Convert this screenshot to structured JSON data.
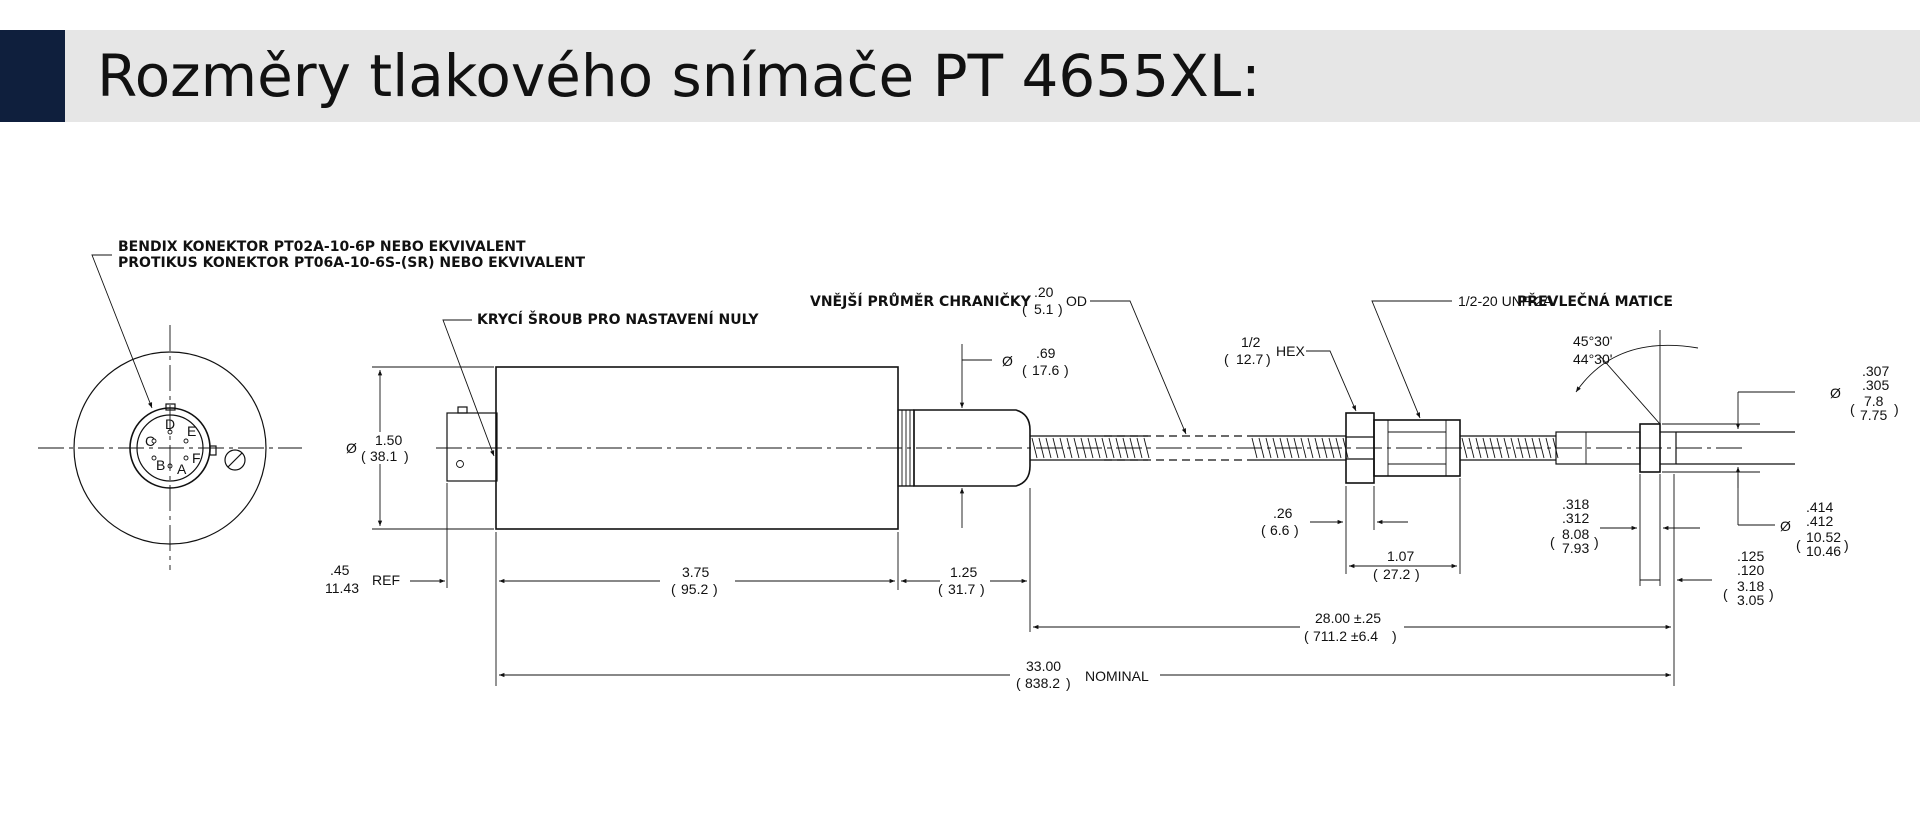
{
  "header": {
    "title": "Rozměry tlakového snímače PT 4655XL:",
    "accent_color": "#0f1f3d",
    "band_color": "#e6e6e6"
  },
  "callouts": {
    "connector_line1": "BENDIX KONEKTOR PT02A-10-6P NEBO EKVIVALENT",
    "connector_line2": "PROTIKUS KONEKTOR PT06A-10-6S-(SR) NEBO EKVIVALENT",
    "zero_screw": "KRYCÍ ŠROUB PRO NASTAVENÍ NULY",
    "sheath_od": "VNĚJŠÍ PRŮMĚR CHRANIČKY",
    "od": "OD",
    "nut_thread": "1/2-20 UNF-2A",
    "nut_name": "PŘEVLEČNÁ MATICE",
    "hex": "HEX"
  },
  "pins": [
    "A",
    "B",
    "C",
    "D",
    "E",
    "F"
  ],
  "dimensions": {
    "body_dia": {
      "sym": "Ø",
      "inch": "1.50",
      "mm": "38.1"
    },
    "neck_dia": {
      "sym": "Ø",
      "inch": ".69",
      "mm": "17.6"
    },
    "sheath": {
      "inch": ".20",
      "mm": "5.1"
    },
    "hex_size": {
      "inch": "1/2",
      "mm": "12.7"
    },
    "ref": {
      "inch": ".45",
      "mm": "11.43",
      "suffix": "REF"
    },
    "body_len": {
      "inch": "3.75",
      "mm": "95.2"
    },
    "neck_len": {
      "inch": "1.25",
      "mm": "31.7"
    },
    "flex_len": {
      "inch": "28.00 ±.25",
      "mm": "711.2 ±6.4"
    },
    "total_len": {
      "inch": "33.00",
      "mm": "838.2",
      "suffix": "NOMINAL"
    },
    "hex_thk": {
      "inch": ".26",
      "mm": "6.6"
    },
    "nut_len": {
      "inch": "1.07",
      "mm": "27.2"
    },
    "collar": {
      "inch1": ".318",
      "inch2": ".312",
      "mm1": "8.08",
      "mm2": "7.93"
    },
    "tip_step": {
      "inch1": ".125",
      "inch2": ".120",
      "mm1": "3.18",
      "mm2": "3.05"
    },
    "tip_dia": {
      "sym": "Ø",
      "inch1": ".307",
      "inch2": ".305",
      "mm1": "7.8",
      "mm2": "7.75"
    },
    "collar_dia": {
      "sym": "Ø",
      "inch1": ".414",
      "inch2": ".412",
      "mm1": "10.52",
      "mm2": "10.46"
    },
    "angle": {
      "a1": "45°30'",
      "a2": "44°30'"
    }
  }
}
